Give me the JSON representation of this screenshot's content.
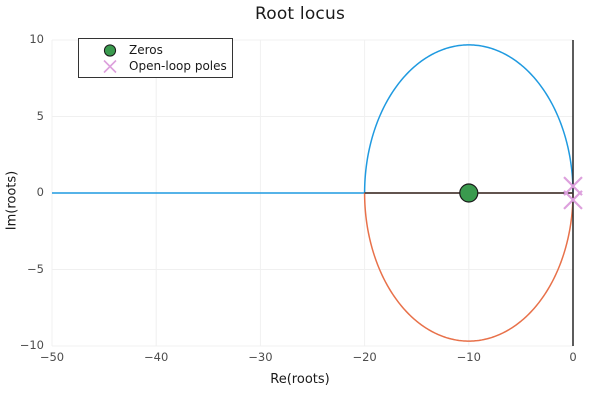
{
  "chart_data": {
    "type": "line",
    "title": "Root locus",
    "xlabel": "Re(roots)",
    "ylabel": "Im(roots)",
    "xlim": [
      -50,
      0
    ],
    "ylim": [
      -10,
      10
    ],
    "xticks": [
      -50,
      -40,
      -30,
      -20,
      -10,
      0
    ],
    "xticklabels": [
      "−50",
      "−40",
      "−30",
      "−20",
      "−10",
      "0"
    ],
    "yticks": [
      -10,
      -5,
      0,
      5,
      10
    ],
    "yticklabels": [
      "−10",
      "−5",
      "0",
      "5",
      "10"
    ],
    "grid": true,
    "legend_position": "upper left",
    "series": [
      {
        "name": "locus-branch-upper",
        "color": "#1f9ae0",
        "description": "Upper root locus branch: real-axis segment from -50 to -20, then elliptical arc through (-10, 9.7) back to pole near 0",
        "points": [
          [
            -50.0,
            0.0
          ],
          [
            -40.0,
            0.0
          ],
          [
            -30.0,
            0.0
          ],
          [
            -22.0,
            0.0
          ],
          [
            -20.2,
            0.0
          ],
          [
            -20.0,
            0.4
          ],
          [
            -19.9,
            1.5
          ],
          [
            -19.7,
            2.6
          ],
          [
            -19.3,
            3.7
          ],
          [
            -18.8,
            4.7
          ],
          [
            -18.1,
            5.6
          ],
          [
            -17.3,
            6.5
          ],
          [
            -16.3,
            7.3
          ],
          [
            -15.2,
            8.0
          ],
          [
            -14.0,
            8.6
          ],
          [
            -12.7,
            9.2
          ],
          [
            -11.4,
            9.5
          ],
          [
            -10.0,
            9.68
          ],
          [
            -8.6,
            9.5
          ],
          [
            -7.3,
            9.2
          ],
          [
            -6.0,
            8.6
          ],
          [
            -4.8,
            8.0
          ],
          [
            -3.7,
            7.3
          ],
          [
            -2.7,
            6.5
          ],
          [
            -1.9,
            5.6
          ],
          [
            -1.2,
            4.7
          ],
          [
            -0.7,
            3.7
          ],
          [
            -0.3,
            2.6
          ],
          [
            -0.1,
            1.5
          ],
          [
            -0.02,
            0.45
          ]
        ]
      },
      {
        "name": "locus-branch-lower",
        "color": "#e8714a",
        "description": "Lower root locus branch: real-axis segment from -20 to 0, then elliptical arc through (-10, -9.7) back to pole near 0",
        "points": [
          [
            -20.2,
            0.0
          ],
          [
            -15.0,
            0.0
          ],
          [
            -10.0,
            0.0
          ],
          [
            -5.0,
            0.0
          ],
          [
            -0.1,
            0.0
          ],
          [
            -20.0,
            -0.4
          ],
          [
            -19.9,
            -1.5
          ],
          [
            -19.7,
            -2.6
          ],
          [
            -19.3,
            -3.7
          ],
          [
            -18.8,
            -4.7
          ],
          [
            -18.1,
            -5.6
          ],
          [
            -17.3,
            -6.5
          ],
          [
            -16.3,
            -7.3
          ],
          [
            -15.2,
            -8.0
          ],
          [
            -14.0,
            -8.6
          ],
          [
            -12.7,
            -9.2
          ],
          [
            -11.4,
            -9.5
          ],
          [
            -10.0,
            -9.68
          ],
          [
            -8.6,
            -9.5
          ],
          [
            -7.3,
            -9.2
          ],
          [
            -6.0,
            -8.6
          ],
          [
            -4.8,
            -8.0
          ],
          [
            -3.7,
            -7.3
          ],
          [
            -2.7,
            -6.5
          ],
          [
            -1.9,
            -5.6
          ],
          [
            -1.2,
            -4.7
          ],
          [
            -0.7,
            -3.7
          ],
          [
            -0.3,
            -2.6
          ],
          [
            -0.1,
            -1.5
          ],
          [
            -0.02,
            -0.45
          ]
        ]
      },
      {
        "name": "real-axis-line",
        "color": "#333333",
        "description": "Dark horizontal real axis reference line at Im = 0",
        "points": [
          [
            -20.0,
            0.0
          ],
          [
            0.0,
            0.0
          ]
        ]
      },
      {
        "name": "imag-axis-line",
        "color": "#333333",
        "description": "Dark vertical imaginary axis reference line at Re = 0",
        "points": [
          [
            0.0,
            -10.0
          ],
          [
            0.0,
            10.0
          ]
        ]
      }
    ],
    "markers": [
      {
        "name": "Zeros",
        "marker": "circle",
        "color": "#3a9a4e",
        "edgecolor": "#1a1a1a",
        "points": [
          [
            -10.0,
            0.0
          ]
        ]
      },
      {
        "name": "Open-loop poles",
        "marker": "x",
        "color": "#dda0dd",
        "points": [
          [
            0.0,
            0.45
          ],
          [
            0.0,
            -0.45
          ]
        ]
      }
    ]
  },
  "legend": {
    "items": [
      {
        "label": "Zeros",
        "marker": "circle",
        "color": "#3a9a4e"
      },
      {
        "label": "Open-loop poles",
        "marker": "x",
        "color": "#dda0dd"
      }
    ]
  },
  "colors": {
    "branch_upper": "#1f9ae0",
    "branch_lower": "#e8714a",
    "zero": "#3a9a4e",
    "pole": "#dda0dd",
    "axis_line": "#333333",
    "grid": "#f0f0f0",
    "background": "#ffffff",
    "text": "#1a1a1a",
    "tick_text": "#4d4d4d"
  }
}
